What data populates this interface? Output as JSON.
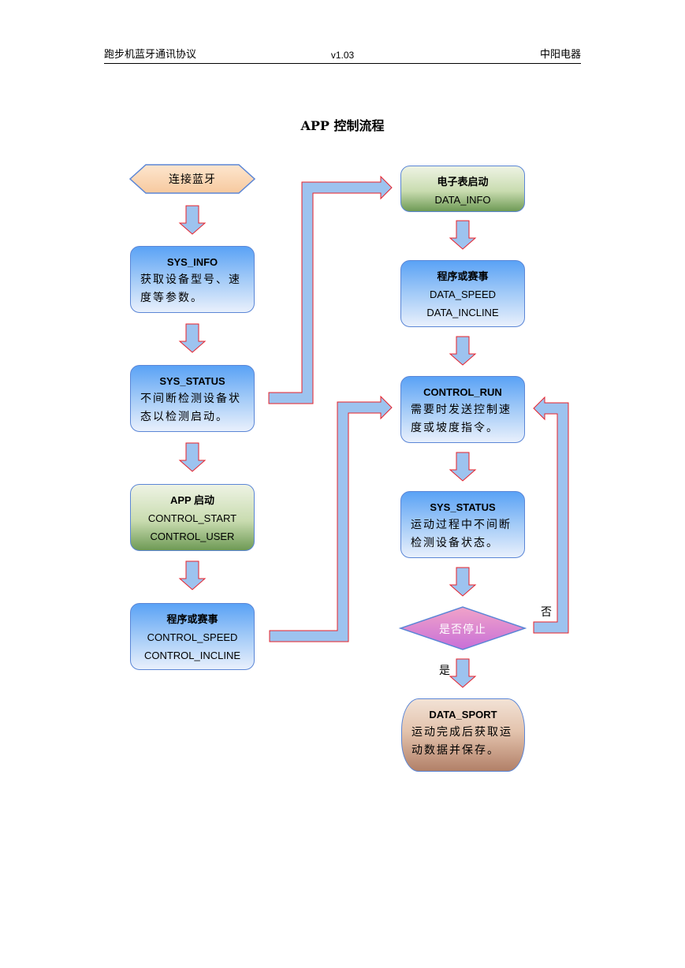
{
  "header": {
    "left": "跑步机蓝牙通讯协议",
    "center": "v1.03",
    "right": "中阳电器"
  },
  "title": "APP 控制流程",
  "nodes": {
    "connect": {
      "text": "连接蓝牙"
    },
    "sys_info": {
      "title": "SYS_INFO",
      "line1": "获取设备型号、速",
      "line2": "度等参数。"
    },
    "sys_status1": {
      "title": "SYS_STATUS",
      "line1": "不间断检测设备状",
      "line2": "态以检测启动。"
    },
    "app_start": {
      "title": "APP 启动",
      "line1": "CONTROL_START",
      "line2": "CONTROL_USER"
    },
    "program_left": {
      "title": "程序或赛事",
      "line1": "CONTROL_SPEED",
      "line2": "CONTROL_INCLINE"
    },
    "meter_start": {
      "title": "电子表启动",
      "line1": "DATA_INFO"
    },
    "program_right": {
      "title": "程序或赛事",
      "line1": "DATA_SPEED",
      "line2": "DATA_INCLINE"
    },
    "control_run": {
      "title": "CONTROL_RUN",
      "line1": "需要时发送控制速",
      "line2": "度或坡度指令。"
    },
    "sys_status2": {
      "title": "SYS_STATUS",
      "line1": "运动过程中不间断",
      "line2": "检测设备状态。"
    },
    "decision": {
      "text": "是否停止"
    },
    "data_sport": {
      "title": "DATA_SPORT",
      "line1": "运动完成后获取运",
      "line2": "动数据并保存。"
    }
  },
  "labels": {
    "yes": "是",
    "no": "否"
  }
}
